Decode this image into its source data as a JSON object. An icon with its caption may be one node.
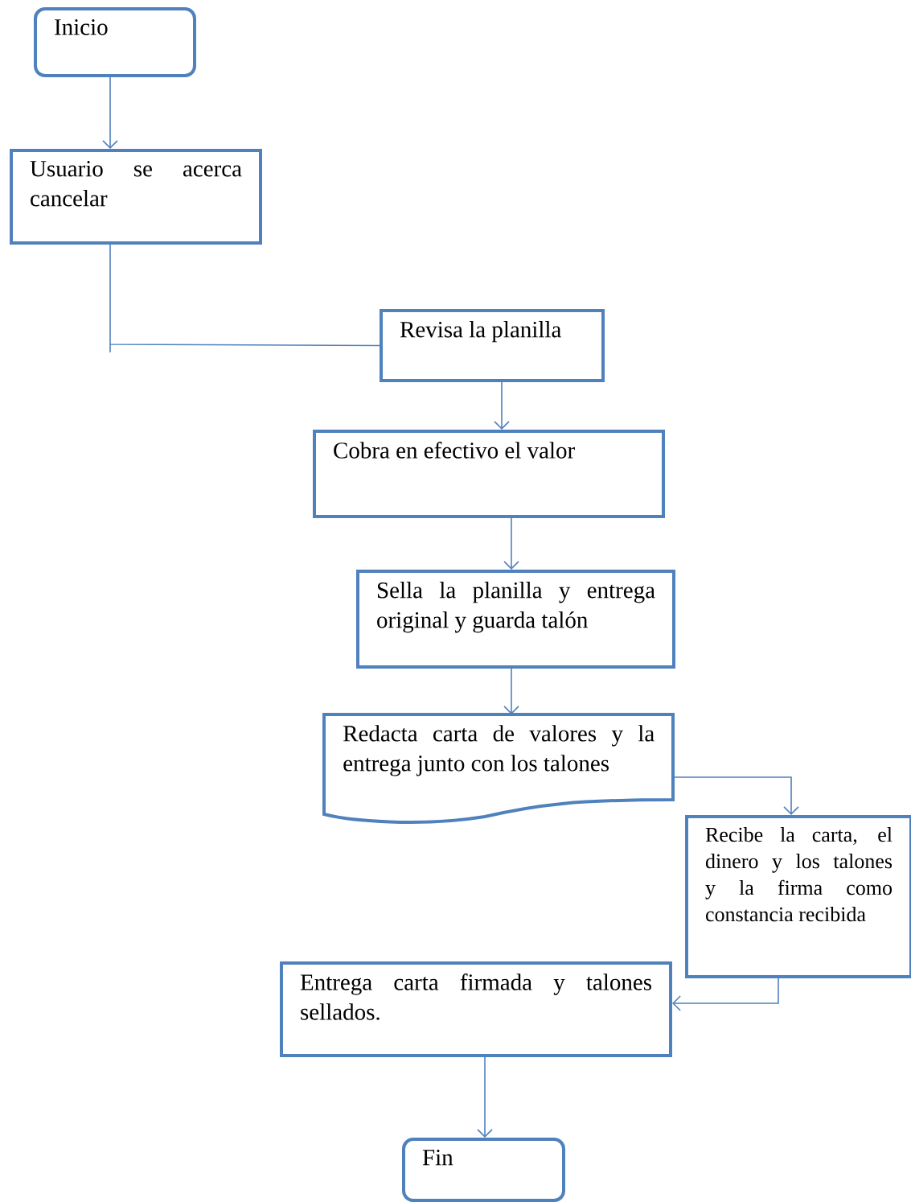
{
  "diagram": {
    "nodes": [
      {
        "text": [
          "Inicio"
        ]
      },
      {
        "text": [
          "Usuario se acerca cancelar"
        ]
      },
      {
        "text": [
          "Revisa la planilla"
        ]
      },
      {
        "text": [
          "Cobra en efectivo el valor"
        ]
      },
      {
        "text": [
          "Sella la planilla y entrega original y guarda talón"
        ]
      },
      {
        "text": [
          "Redacta carta de valores y la entrega junto con los talones"
        ]
      },
      {
        "text": [
          "Recibe la carta, el dinero y los talones y la firma como constancia recibida"
        ]
      },
      {
        "text": [
          "Entrega carta firmada y talones sellados."
        ]
      },
      {
        "text": [
          "Fin"
        ]
      }
    ],
    "edges": [
      {
        "from": 0,
        "to": 1,
        "arrow": "to"
      },
      {
        "from": 1,
        "to": 2,
        "arrow": "none"
      },
      {
        "from": 2,
        "to": 3,
        "arrow": "to"
      },
      {
        "from": 3,
        "to": 4,
        "arrow": "to"
      },
      {
        "from": 4,
        "to": 5,
        "arrow": "to"
      },
      {
        "from": 5,
        "to": 6,
        "arrow": "to"
      },
      {
        "from": 6,
        "to": 7,
        "arrow": "to"
      },
      {
        "from": 7,
        "to": 8,
        "arrow": "to"
      }
    ]
  }
}
